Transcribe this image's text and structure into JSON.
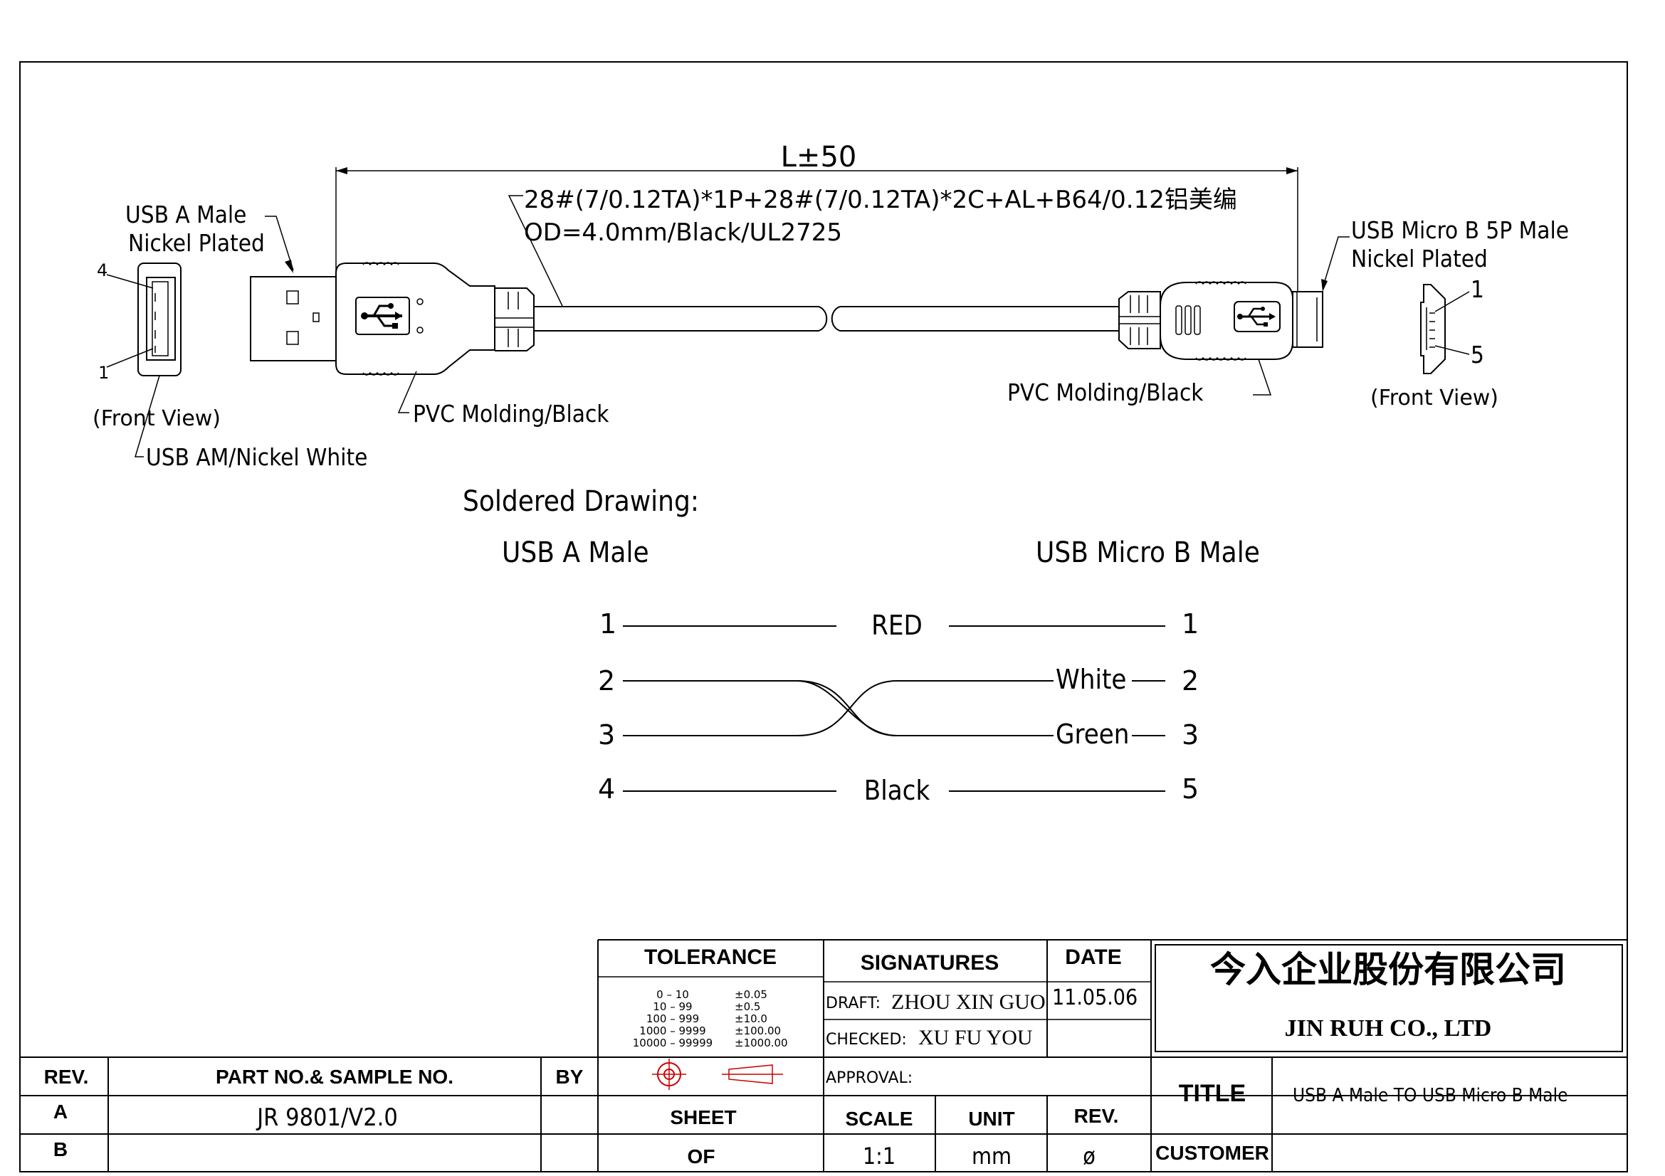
{
  "dimension": {
    "length": "L±50"
  },
  "cable": {
    "spec_line1": "28#(7/0.12TA)*1P+28#(7/0.12TA)*2C+AL+B64/0.12铝美编",
    "spec_line2": "OD=4.0mm/Black/UL2725"
  },
  "left_connector": {
    "title": "USB  A   Male",
    "plating": "Nickel  Plated",
    "pin_top": "4",
    "pin_bottom": "1",
    "front_view": "(Front  View)",
    "shell": "USB  AM/Nickel  White",
    "molding": "PVC  Molding/Black"
  },
  "right_connector": {
    "title": "USB  Micro  B  5P  Male",
    "plating": "Nickel  Plated",
    "pin_top": "1",
    "pin_bottom": "5",
    "front_view": "(Front  View)",
    "molding": "PVC  Molding/Black"
  },
  "soldered": {
    "heading": "Soldered  Drawing:",
    "left_label": "USB  A  Male",
    "right_label": "USB  Micro  B  Male",
    "wires": [
      {
        "left_pin": "1",
        "color": "RED",
        "right_pin": "1"
      },
      {
        "left_pin": "2",
        "color": "White",
        "right_pin": "2"
      },
      {
        "left_pin": "3",
        "color": "Green",
        "right_pin": "3"
      },
      {
        "left_pin": "4",
        "color": "Black",
        "right_pin": "5"
      }
    ]
  },
  "title_block": {
    "tolerance_header": "TOLERANCE",
    "tolerance_rows": [
      {
        "range": "0  –  10",
        "value": "±0.05"
      },
      {
        "range": "10  –  99",
        "value": "±0.5"
      },
      {
        "range": "100  –  999",
        "value": "±10.0"
      },
      {
        "range": "1000  –  9999",
        "value": "±100.00"
      },
      {
        "range": "10000  –  99999",
        "value": "±1000.00"
      }
    ],
    "signatures_header": "SIGNATURES",
    "date_header": "DATE",
    "draft_label": "DRAFT:",
    "draft_name": "ZHOU  XIN  GUO",
    "draft_date": "11.05.06",
    "checked_label": "CHECKED:",
    "checked_name": "XU  FU  YOU",
    "approval_label": "APPROVAL:",
    "company_cn": "今入企业股份有限公司",
    "company_en": "JIN   RUH   CO.,  LTD",
    "rev_header": "REV.",
    "part_header": "PART  NO.& SAMPLE  NO.",
    "by_header": "BY",
    "rev_a": "A",
    "rev_b": "B",
    "part_no": "JR  9801/V2.0",
    "sheet_label": "SHEET",
    "of_label": "OF",
    "scale_label": "SCALE",
    "scale_value": "1:1",
    "unit_label": "UNIT",
    "unit_value": "mm",
    "rev2_label": "REV.",
    "rev2_value": "ø",
    "title_label": "TITLE",
    "title_value": "USB  A  Male  TO  USB  Micro  B  Male",
    "customer_label": "CUSTOMER"
  }
}
